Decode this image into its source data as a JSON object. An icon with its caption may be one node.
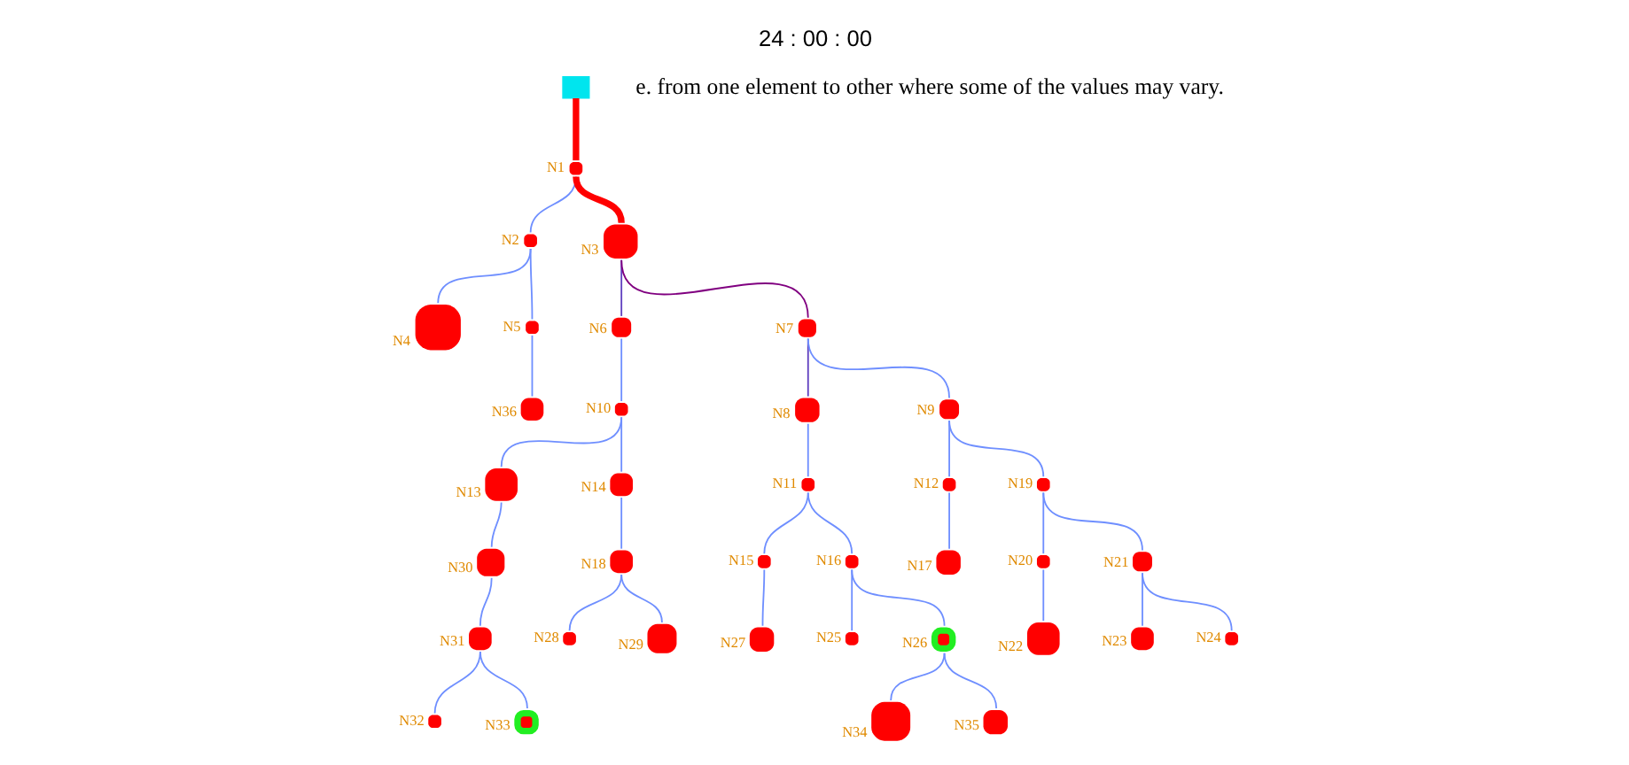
{
  "diagram": {
    "title": "24 : 00 : 00",
    "nodes": [
      {
        "text": [],
        "shape": "box"
      },
      {
        "text": [],
        "shape": "circle",
        "beside": [
          "N1"
        ]
      },
      {
        "text": [],
        "shape": "circle",
        "beside": [
          "N2"
        ]
      },
      {
        "text": [],
        "shape": "circle",
        "beside": [
          "N3"
        ]
      },
      {
        "text": [],
        "shape": "circle",
        "beside": [
          "N4"
        ]
      },
      {
        "text": [],
        "shape": "circle",
        "beside": [
          "N5"
        ]
      },
      {
        "text": [],
        "shape": "circle",
        "beside": [
          "N6"
        ]
      },
      {
        "text": [],
        "shape": "circle",
        "beside": [
          "N7"
        ]
      },
      {
        "text": [],
        "shape": "circle",
        "beside": [
          "N36"
        ]
      },
      {
        "text": [],
        "shape": "circle",
        "beside": [
          "N10"
        ]
      },
      {
        "text": [],
        "shape": "circle",
        "beside": [
          "N8"
        ]
      },
      {
        "text": [],
        "shape": "circle",
        "beside": [
          "N9"
        ]
      },
      {
        "text": [],
        "shape": "circle",
        "beside": [
          "N13"
        ]
      },
      {
        "text": [],
        "shape": "circle",
        "beside": [
          "N14"
        ]
      },
      {
        "text": [],
        "shape": "circle",
        "beside": [
          "N11"
        ]
      },
      {
        "text": [],
        "shape": "circle",
        "beside": [
          "N12"
        ]
      },
      {
        "text": [],
        "shape": "circle",
        "beside": [
          "N19"
        ]
      },
      {
        "text": [],
        "shape": "circle",
        "beside": [
          "N30"
        ]
      },
      {
        "text": [],
        "shape": "circle",
        "beside": [
          "N18"
        ]
      },
      {
        "text": [],
        "shape": "circle",
        "beside": [
          "N15"
        ]
      },
      {
        "text": [],
        "shape": "circle",
        "beside": [
          "N16"
        ]
      },
      {
        "text": [],
        "shape": "circle",
        "beside": [
          "N17"
        ]
      },
      {
        "text": [],
        "shape": "circle",
        "beside": [
          "N20"
        ]
      },
      {
        "text": [],
        "shape": "circle",
        "beside": [
          "N21"
        ]
      },
      {
        "text": [],
        "shape": "circle",
        "beside": [
          "N31"
        ]
      },
      {
        "text": [],
        "shape": "circle",
        "beside": [
          "N28"
        ]
      },
      {
        "text": [],
        "shape": "circle",
        "beside": [
          "N29"
        ]
      },
      {
        "text": [],
        "shape": "circle",
        "beside": [
          "N27"
        ]
      },
      {
        "text": [],
        "shape": "circle",
        "beside": [
          "N25"
        ]
      },
      {
        "text": [],
        "shape": "circle",
        "beside": [
          "N26"
        ]
      },
      {
        "text": [],
        "shape": "circle",
        "beside": [
          "N22"
        ]
      },
      {
        "text": [],
        "shape": "circle",
        "beside": [
          "N23"
        ]
      },
      {
        "text": [],
        "shape": "circle",
        "beside": [
          "N24"
        ]
      },
      {
        "text": [],
        "shape": "circle",
        "beside": [
          "N32"
        ]
      },
      {
        "text": [],
        "shape": "circle",
        "beside": [
          "N33"
        ]
      },
      {
        "text": [],
        "shape": "circle",
        "beside": [
          "N34"
        ]
      },
      {
        "text": [],
        "shape": "circle",
        "beside": [
          "N35"
        ]
      }
    ],
    "edges": [
      {
        "from": 0,
        "to": 1,
        "arrow": "none",
        "style": "thick",
        "color": "#ff0000"
      },
      {
        "from": 1,
        "to": 2,
        "arrow": "none"
      },
      {
        "from": 1,
        "to": 3,
        "arrow": "none",
        "style": "thick",
        "color": "#ff0000"
      },
      {
        "from": 2,
        "to": 4,
        "arrow": "none"
      },
      {
        "from": 2,
        "to": 5,
        "arrow": "none"
      },
      {
        "from": 3,
        "to": 6,
        "arrow": "none",
        "color": "#6040c0"
      },
      {
        "from": 3,
        "to": 7,
        "arrow": "none",
        "color": "#800080"
      },
      {
        "from": 5,
        "to": 8,
        "arrow": "none"
      },
      {
        "from": 6,
        "to": 9,
        "arrow": "none"
      },
      {
        "from": 7,
        "to": 10,
        "arrow": "none",
        "color": "#6040c0"
      },
      {
        "from": 7,
        "to": 11,
        "arrow": "none"
      },
      {
        "from": 9,
        "to": 12,
        "arrow": "none"
      },
      {
        "from": 9,
        "to": 13,
        "arrow": "none"
      },
      {
        "from": 10,
        "to": 14,
        "arrow": "none"
      },
      {
        "from": 11,
        "to": 15,
        "arrow": "none"
      },
      {
        "from": 11,
        "to": 16,
        "arrow": "none"
      },
      {
        "from": 12,
        "to": 17,
        "arrow": "none"
      },
      {
        "from": 13,
        "to": 18,
        "arrow": "none"
      },
      {
        "from": 14,
        "to": 19,
        "arrow": "none"
      },
      {
        "from": 14,
        "to": 20,
        "arrow": "none"
      },
      {
        "from": 15,
        "to": 21,
        "arrow": "none"
      },
      {
        "from": 16,
        "to": 22,
        "arrow": "none"
      },
      {
        "from": 16,
        "to": 23,
        "arrow": "none"
      },
      {
        "from": 17,
        "to": 24,
        "arrow": "none"
      },
      {
        "from": 18,
        "to": 25,
        "arrow": "none"
      },
      {
        "from": 18,
        "to": 26,
        "arrow": "none"
      },
      {
        "from": 19,
        "to": 27,
        "arrow": "none"
      },
      {
        "from": 20,
        "to": 28,
        "arrow": "none"
      },
      {
        "from": 20,
        "to": 29,
        "arrow": "none"
      },
      {
        "from": 22,
        "to": 30,
        "arrow": "none"
      },
      {
        "from": 23,
        "to": 31,
        "arrow": "none"
      },
      {
        "from": 23,
        "to": 32,
        "arrow": "none"
      },
      {
        "from": 24,
        "to": 33,
        "arrow": "none"
      },
      {
        "from": 24,
        "to": 34,
        "arrow": "none"
      },
      {
        "from": 29,
        "to": 35,
        "arrow": "none"
      },
      {
        "from": 29,
        "to": 36,
        "arrow": "none"
      }
    ],
    "labels": [
      "e. from one element to other where some of the values may vary."
    ]
  }
}
